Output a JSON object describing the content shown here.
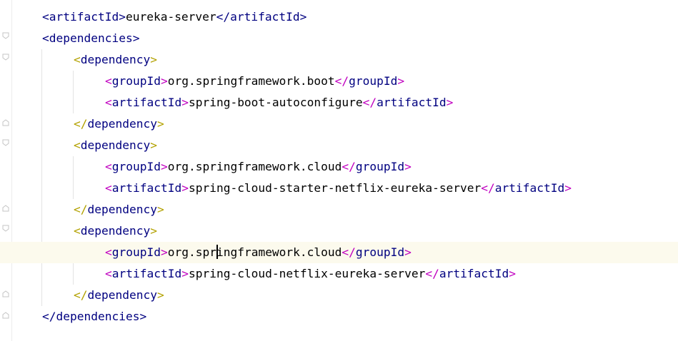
{
  "colors": {
    "background": "#ffffff",
    "current_line": "#fcfaed",
    "tag_name": "#000080",
    "text": "#000000",
    "bracket_level_2": "#b2a100",
    "bracket_level_3": "#c000c0",
    "indent_guide": "#e3e3e3"
  },
  "lines": [
    {
      "open": "artifactId",
      "value": "eureka-server",
      "close": "artifactId"
    },
    {
      "open": "dependencies"
    },
    {
      "open": "dependency"
    },
    {
      "open": "groupId",
      "value": "org.springframework.boot",
      "close": "groupId"
    },
    {
      "open": "artifactId",
      "value": "spring-boot-autoconfigure",
      "close": "artifactId"
    },
    {
      "close": "dependency"
    },
    {
      "open": "dependency"
    },
    {
      "open": "groupId",
      "value": "org.springframework.cloud",
      "close": "groupId"
    },
    {
      "open": "artifactId",
      "value": "spring-cloud-starter-netflix-eureka-server",
      "close": "artifactId"
    },
    {
      "close": "dependency"
    },
    {
      "open": "dependency"
    },
    {
      "open": "groupId",
      "value_before_caret": "org.spr",
      "value_after_caret": "ingframework.cloud",
      "close": "groupId"
    },
    {
      "open": "artifactId",
      "value": "spring-cloud-netflix-eureka-server",
      "close": "artifactId"
    },
    {
      "close": "dependency"
    },
    {
      "close": "dependencies"
    }
  ]
}
